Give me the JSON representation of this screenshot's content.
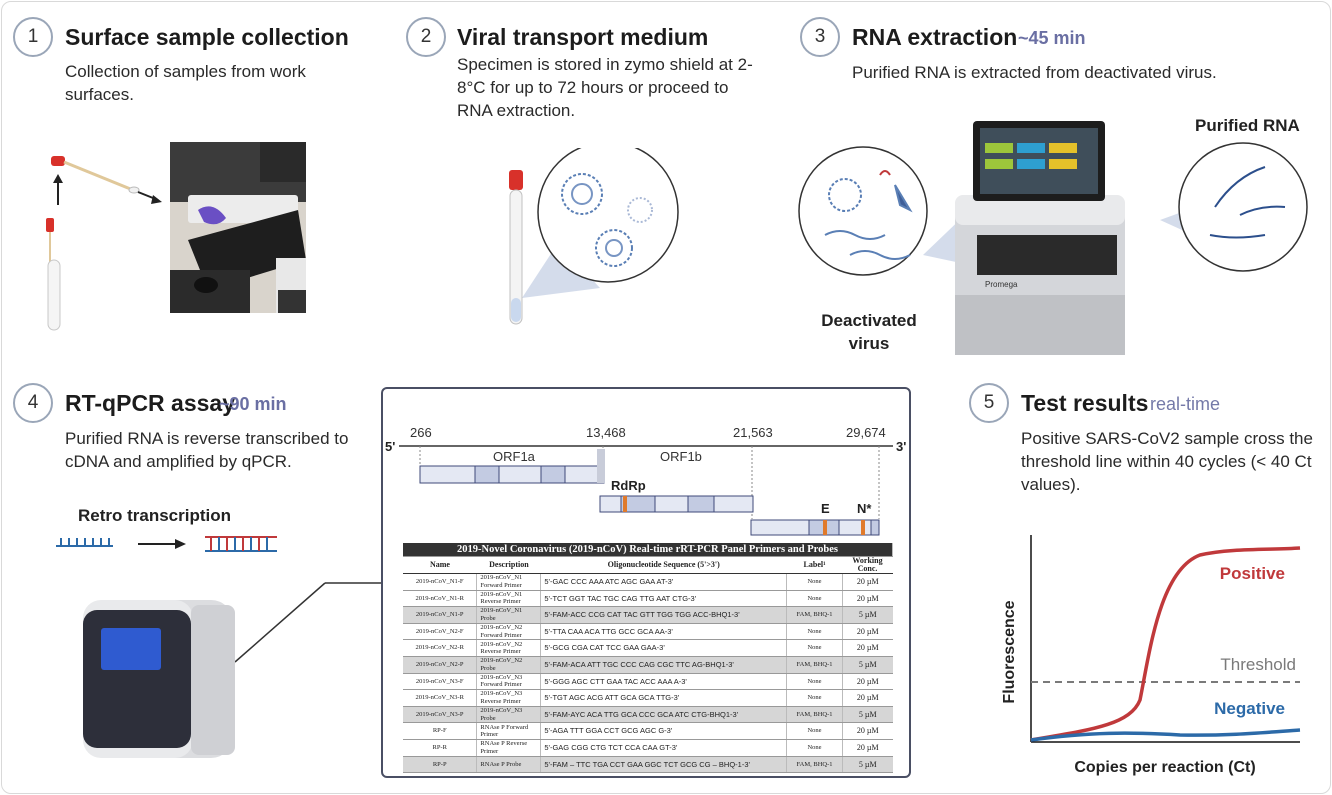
{
  "steps": [
    {
      "number": "1",
      "title": "Surface sample  collection",
      "time": "",
      "description": "Collection of samples from work surfaces."
    },
    {
      "number": "2",
      "title": "Viral transport medium",
      "time": "",
      "description": "Specimen is stored in zymo shield at 2-8°C for up to 72 hours or proceed to RNA extraction."
    },
    {
      "number": "3",
      "title": "RNA extraction",
      "time": "~45 min",
      "description": "Purified RNA is extracted from deactivated virus."
    },
    {
      "number": "4",
      "title": "RT-qPCR assay",
      "time": "~90 min",
      "description": "Purified RNA is reverse transcribed to cDNA and amplified by qPCR."
    },
    {
      "number": "5",
      "title": "Test  results",
      "time": "real-time",
      "description": "Positive SARS-CoV2 sample cross the threshold line within 40 cycles (< 40 Ct values)."
    }
  ],
  "labels": {
    "purified_rna": "Purified RNA",
    "deactivated_virus": "Deactivated virus",
    "retro_transcription": "Retro transcription",
    "instrument_brand": "Promega"
  },
  "genome": {
    "end5": "5'",
    "end3": "3'",
    "positions": [
      "266",
      "13,468",
      "21,563",
      "29,674"
    ],
    "orf1a": "ORF1a",
    "orf1b": "ORF1b",
    "rdrp": "RdRp",
    "e_gene": "E",
    "n_gene": "N*"
  },
  "primer_table": {
    "caption": "2019-Novel Coronavirus (2019-nCoV) Real-time rRT-PCR Panel Primers and Probes",
    "headers": [
      "Name",
      "Description",
      "Oligonucleotide Sequence (5'>3')",
      "Label¹",
      "Working Conc."
    ],
    "rows": [
      {
        "name": "2019-nCoV_N1-F",
        "desc": "2019-nCoV_N1 Forward Primer",
        "seq": "5'-GAC CCC AAA ATC AGC GAA AT-3'",
        "label": "None",
        "conc": "20 µM"
      },
      {
        "name": "2019-nCoV_N1-R",
        "desc": "2019-nCoV_N1 Reverse Primer",
        "seq": "5'-TCT GGT TAC TGC CAG TTG AAT CTG-3'",
        "label": "None",
        "conc": "20 µM"
      },
      {
        "name": "2019-nCoV_N1-P",
        "desc": "2019-nCoV_N1 Probe",
        "seq": "5'-FAM-ACC CCG CAT TAC GTT TGG TGG ACC-BHQ1-3'",
        "label": "FAM, BHQ-1",
        "conc": "5 µM"
      },
      {
        "name": "2019-nCoV_N2-F",
        "desc": "2019-nCoV_N2 Forward Primer",
        "seq": "5'-TTA CAA ACA TTG GCC GCA AA-3'",
        "label": "None",
        "conc": "20 µM"
      },
      {
        "name": "2019-nCoV_N2-R",
        "desc": "2019-nCoV_N2 Reverse Primer",
        "seq": "5'-GCG CGA CAT TCC GAA GAA-3'",
        "label": "None",
        "conc": "20 µM"
      },
      {
        "name": "2019-nCoV_N2-P",
        "desc": "2019-nCoV_N2 Probe",
        "seq": "5'-FAM-ACA ATT TGC CCC CAG CGC TTC AG-BHQ1-3'",
        "label": "FAM, BHQ-1",
        "conc": "5 µM"
      },
      {
        "name": "2019-nCoV_N3-F",
        "desc": "2019-nCoV_N3 Forward Primer",
        "seq": "5'-GGG AGC CTT GAA TAC ACC AAA A-3'",
        "label": "None",
        "conc": "20 µM"
      },
      {
        "name": "2019-nCoV_N3-R",
        "desc": "2019-nCoV_N3 Reverse Primer",
        "seq": "5'-TGT AGC ACG ATT GCA GCA TTG-3'",
        "label": "None",
        "conc": "20 µM"
      },
      {
        "name": "2019-nCoV_N3-P",
        "desc": "2019-nCoV_N3 Probe",
        "seq": "5'-FAM-AYC ACA TTG GCA CCC GCA ATC CTG-BHQ1-3'",
        "label": "FAM, BHQ-1",
        "conc": "5 µM"
      },
      {
        "name": "RP-F",
        "desc": "RNAse P Forward Primer",
        "seq": "5'-AGA TTT GGA CCT GCG AGC G-3'",
        "label": "None",
        "conc": "20 µM"
      },
      {
        "name": "RP-R",
        "desc": "RNAse P Reverse Primer",
        "seq": "5'-GAG CGG CTG TCT CCA CAA GT-3'",
        "label": "None",
        "conc": "20 µM"
      },
      {
        "name": "RP-P",
        "desc": "RNAse P Probe",
        "seq": "5'-FAM – TTC TGA CCT GAA GGC TCT GCG CG – BHQ-1-3'",
        "label": "FAM, BHQ-1",
        "conc": "5 µM"
      }
    ]
  },
  "results_chart": {
    "ylabel": "Fluorescence",
    "xlabel": "Copies per reaction (Ct)",
    "positive": "Positive",
    "negative": "Negative",
    "threshold": "Threshold",
    "colors": {
      "positive": "#c0393b",
      "negative": "#2c6aa8",
      "threshold": "#7a7a7a"
    }
  },
  "colors": {
    "accent": "#6a6fa3",
    "virus": "#5a7fb5",
    "tube_cap": "#d8312a"
  }
}
